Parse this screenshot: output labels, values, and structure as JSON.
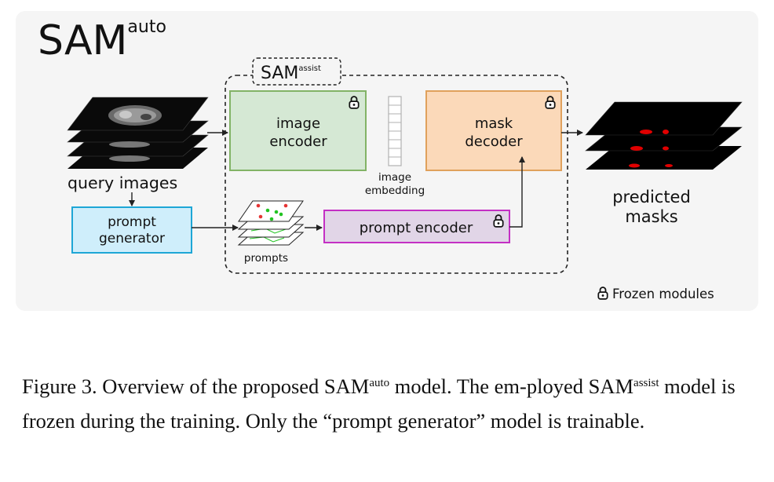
{
  "figure": {
    "title_base": "SAM",
    "title_sup": "auto",
    "assist_base": "SAM",
    "assist_sup": "assist",
    "query_images_label": "query images",
    "prompt_generator_label_1": "prompt",
    "prompt_generator_label_2": "generator",
    "image_encoder_label_1": "image",
    "image_encoder_label_2": "encoder",
    "embedding_label_1": "image",
    "embedding_label_2": "embedding",
    "mask_decoder_label_1": "mask",
    "mask_decoder_label_2": "decoder",
    "prompt_encoder_label": "prompt encoder",
    "prompts_label": "prompts",
    "predicted_masks_label_1": "predicted",
    "predicted_masks_label_2": "masks",
    "frozen_legend_label": "Frozen modules"
  },
  "caption": {
    "part1": "Figure 3.  Overview of the proposed SAM",
    "sup1": "auto",
    "part2": " model.  The em-ployed SAM",
    "sup2": "assist",
    "part3": " model is frozen during the training.  Only the “prompt generator” model is trainable."
  },
  "colors": {
    "image_encoder_fill": "#d5e8d4",
    "image_encoder_stroke": "#82b366",
    "mask_decoder_fill": "#fbd9b9",
    "mask_decoder_stroke": "#e0a15c",
    "prompt_generator_fill": "#cfeefb",
    "prompt_generator_stroke": "#1ea6d6",
    "prompt_encoder_fill": "#e1d5e7",
    "prompt_encoder_stroke": "#c430c4",
    "mask_red": "#e00000",
    "prompt_point_green": "#22c322",
    "prompt_point_red": "#e53333"
  },
  "icons": {
    "lock": "lock-icon"
  }
}
